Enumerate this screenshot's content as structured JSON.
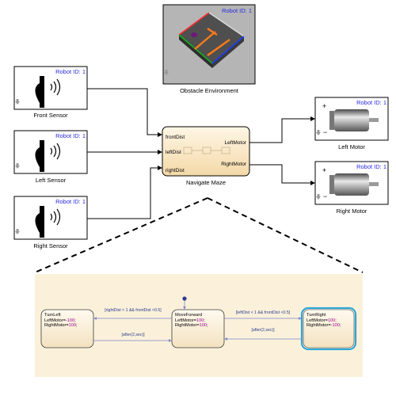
{
  "robot_id": "Robot ID: 1",
  "blocks": {
    "obstacle_env": "Obstacle Environment",
    "front_sensor": "Front Sensor",
    "left_sensor": "Left Sensor",
    "right_sensor": "Right Sensor",
    "navigate_maze": "Navigate Maze",
    "left_motor": "Left Motor",
    "right_motor": "Right Motor"
  },
  "ports": {
    "inputs": [
      "frontDist",
      "leftDist",
      "rightDist"
    ],
    "outputs": [
      "LeftMotor",
      "RightMotor"
    ]
  },
  "states": [
    {
      "name": "TurnLeft",
      "lines": [
        [
          "LeftMotor=",
          "-100",
          ";"
        ],
        [
          "RightMotor=",
          "100",
          ";"
        ]
      ]
    },
    {
      "name": "MoveForward",
      "lines": [
        [
          "LeftMotor=",
          "100",
          ";"
        ],
        [
          "RightMotor=",
          "100",
          ";"
        ]
      ]
    },
    {
      "name": "TurnRight",
      "lines": [
        [
          "LeftMotor=",
          "100",
          ";"
        ],
        [
          "RightMotor=",
          "-100",
          ";"
        ]
      ]
    }
  ],
  "transitions": {
    "to_left": "[rightDist < 1 && frontDist <0.5]",
    "from_left": "[after(2,sec)]",
    "to_right": "[leftDist < 1 && frontDist <0.5]",
    "from_right": "[after(2,sec)]"
  },
  "colors": {
    "robot_id": "#2a2ae0",
    "chart_panel": "#fbf1db",
    "active_state_border": "#2ea7d8",
    "state_value": "#a0009a",
    "transition_text": "#2c3b8f"
  }
}
